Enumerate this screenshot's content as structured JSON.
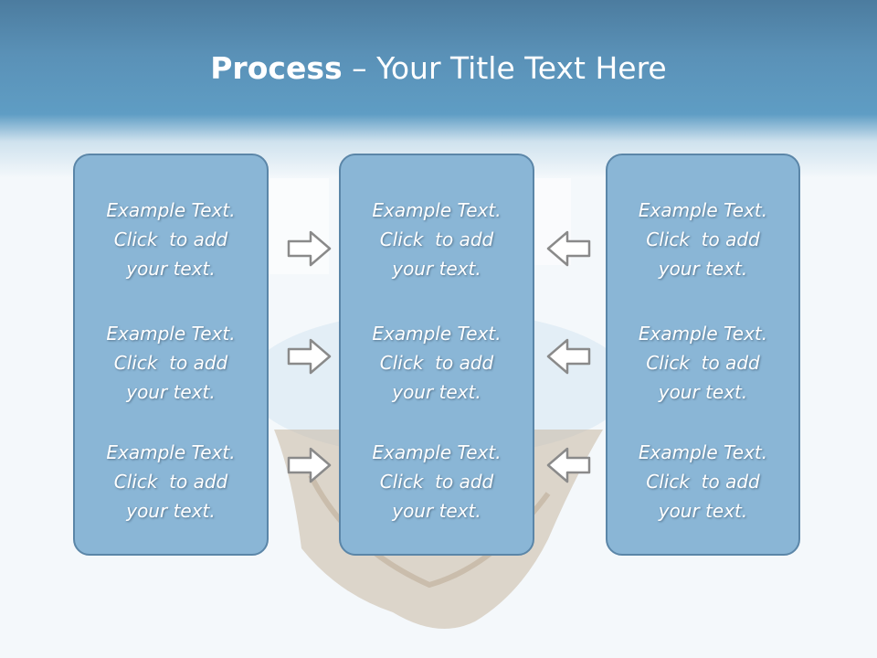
{
  "title": {
    "bold": "Process",
    "rest": " – Your Title Text Here"
  },
  "panels": [
    {
      "blocks": [
        {
          "line1": "Example Text.",
          "line2": "Click  to add",
          "line3": "your text."
        },
        {
          "line1": "Example Text.",
          "line2": "Click  to add",
          "line3": "your text."
        },
        {
          "line1": "Example Text.",
          "line2": "Click  to add",
          "line3": "your text."
        }
      ]
    },
    {
      "blocks": [
        {
          "line1": "Example Text.",
          "line2": "Click  to add",
          "line3": "your text."
        },
        {
          "line1": "Example Text.",
          "line2": "Click  to add",
          "line3": "your text."
        },
        {
          "line1": "Example Text.",
          "line2": "Click  to add",
          "line3": "your text."
        }
      ]
    },
    {
      "blocks": [
        {
          "line1": "Example Text.",
          "line2": "Click  to add",
          "line3": "your text."
        },
        {
          "line1": "Example Text.",
          "line2": "Click  to add",
          "line3": "your text."
        },
        {
          "line1": "Example Text.",
          "line2": "Click  to add",
          "line3": "your text."
        }
      ]
    }
  ],
  "arrows": {
    "left_to_center": "arrow-right-icon",
    "right_to_center": "arrow-left-icon"
  },
  "colors": {
    "header": "#5f9dc4",
    "panel_fill": "#8ab6d6",
    "panel_border": "#5b86a8",
    "arrow_fill": "#ffffff",
    "arrow_stroke": "#8a8a8a"
  }
}
